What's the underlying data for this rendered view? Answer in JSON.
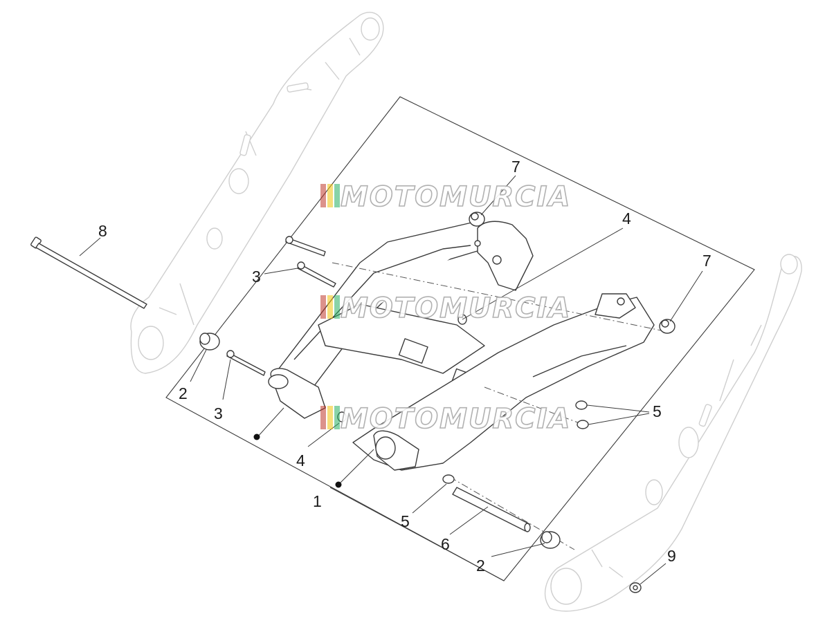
{
  "diagram": {
    "watermark": "MOTOMURCIA",
    "watermark_colors": [
      "#c0392b",
      "#f1c40f",
      "#27ae60"
    ],
    "callouts": {
      "c1": "1",
      "c2a": "2",
      "c2b": "2",
      "c3a": "3",
      "c3b": "3",
      "c4a": "4",
      "c4b": "4",
      "c5a": "5",
      "c5b": "5",
      "c6": "6",
      "c7a": "7",
      "c7b": "7",
      "c8": "8",
      "c9": "9"
    }
  }
}
